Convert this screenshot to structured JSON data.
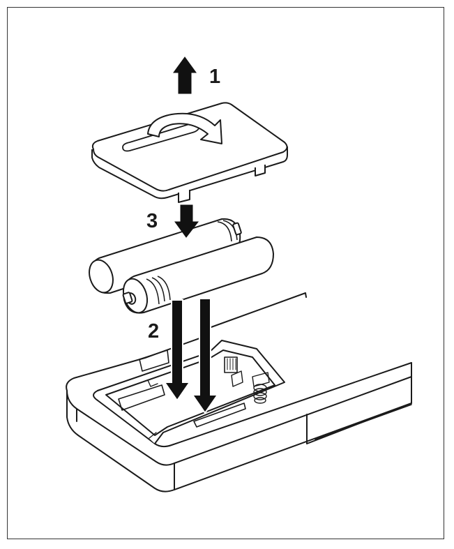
{
  "steps": {
    "step1": "1",
    "step2": "2",
    "step3": "3"
  },
  "colors": {
    "line": "#1a1a1a",
    "arrow": "#111111",
    "fill": "#ffffff",
    "frame": "#333333"
  }
}
